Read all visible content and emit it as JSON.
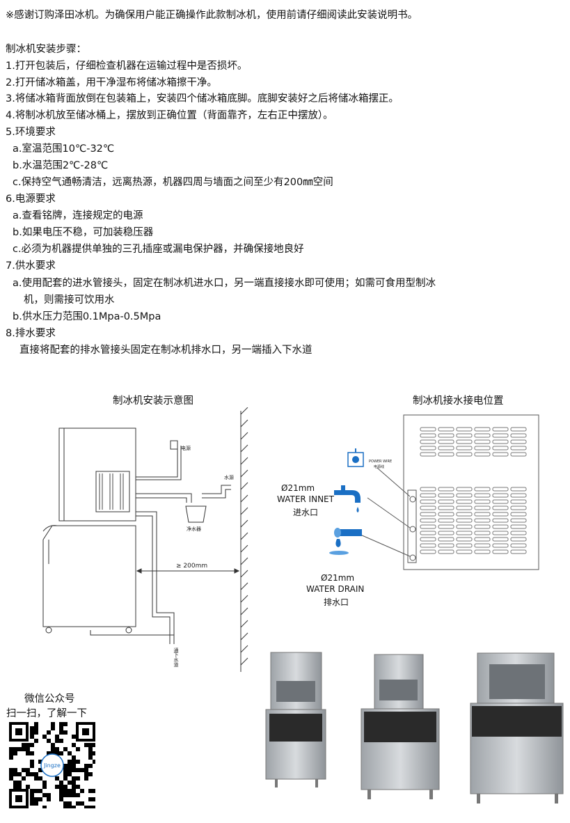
{
  "intro": "※感谢订购泽田冰机。为确保用户能正确操作此款制冰机，使用前请仔细阅读此安装说明书。",
  "steps_title": "制冰机安装步骤：",
  "steps": [
    "1.打开包装后，仔细检查机器在运输过程中是否损坏。",
    "2.打开储冰箱盖，用干净湿布将储冰箱擦干净。",
    "3.将储冰箱背面放倒在包装箱上，安装四个储冰箱底脚。底脚安装好之后将储冰箱摆正。",
    "4.将制冰机放至储冰桶上，摆放到正确位置（背面靠齐，左右正中摆放）。",
    "5.环境要求",
    "a.室温范围10℃-32℃",
    "b.水温范围2℃-28℃",
    "c.保持空气通畅清洁，远离热源，机器四周与墙面之间至少有200㎜空间",
    "6.电源要求",
    "a.查看铭牌，连接规定的电源",
    "b.如果电压不稳，可加装稳压器",
    "c.必须为机器提供单独的三孔插座或漏电保护器，并确保接地良好",
    "7.供水要求",
    "a.使用配套的进水管接头，固定在制冰机进水口，另一端直接接水即可使用；如需可食用型制冰",
    "机，则需接可饮用水",
    "b.供水压力范围0.1Mpa-0.5Mpa",
    "8.排水要求",
    "直接将配套的排水管接头固定在制冰机排水口，另一端插入下水道"
  ],
  "diagram_left": {
    "title": "制冰机安装示意图",
    "power_label": "电源",
    "water_source_label": "水源",
    "filter_label": "净水器",
    "distance_label": "≥ 200mm",
    "drain_label": "通下水道"
  },
  "diagram_right": {
    "title": "制冰机接水接电位置",
    "power_wire": "POWER WIRE",
    "power_wire_cn": "电源线",
    "inlet_size": "Ø21mm",
    "inlet_en": "WATER INNET",
    "inlet_cn": "进水口",
    "drain_size": "Ø21mm",
    "drain_en": "WATER DRAIN",
    "drain_cn": "排水口"
  },
  "qr": {
    "line1": "微信公众号",
    "line2": "扫一扫，了解一下",
    "logo_text": "Jingze"
  },
  "colors": {
    "accent_blue": "#1a6fc4",
    "machine_grey": "#b8bcc0",
    "bin_dark": "#2a2a2a"
  }
}
